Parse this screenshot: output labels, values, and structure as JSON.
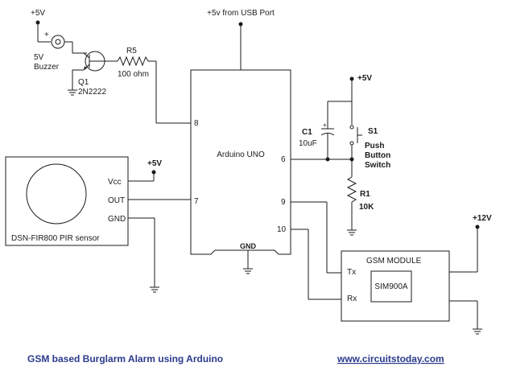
{
  "labels": {
    "vcc_buzzer": "+5V",
    "buzzer_plus": "+",
    "buzzer_name_1": "5V",
    "buzzer_name_2": "Buzzer",
    "q1_name": "Q1",
    "q1_part": "2N2222",
    "r5_name": "R5",
    "r5_value": "100 ohm",
    "usb": "+5v from USB Port",
    "arduino": "Arduino UNO",
    "arduino_gnd": "GND",
    "pin8": "8",
    "pin7": "7",
    "pin6": "6",
    "pin9": "9",
    "pin10": "10",
    "vcc_s1": "+5V",
    "c1_name": "C1",
    "c1_value": "10uF",
    "c1_plus": "+",
    "s1_name": "S1",
    "s1_desc_1": "Push",
    "s1_desc_2": "Button",
    "s1_desc_3": "Switch",
    "r1_name": "R1",
    "r1_value": "10K",
    "vcc_pir": "+5V",
    "pir_vcc": "Vcc",
    "pir_out": "OUT",
    "pir_gnd": "GND",
    "pir_name": "DSN-FIR800 PIR sensor",
    "vcc_gsm": "+12V",
    "gsm_name": "GSM MODULE",
    "gsm_chip": "SIM900A",
    "gsm_tx": "Tx",
    "gsm_rx": "Rx"
  },
  "footer": {
    "title": "GSM based Burglarm Alarm using Arduino",
    "website": "www.circuitstoday.com"
  },
  "colors": {
    "ink": "#1a1a1a",
    "footer_text": "#2a3a8c"
  }
}
